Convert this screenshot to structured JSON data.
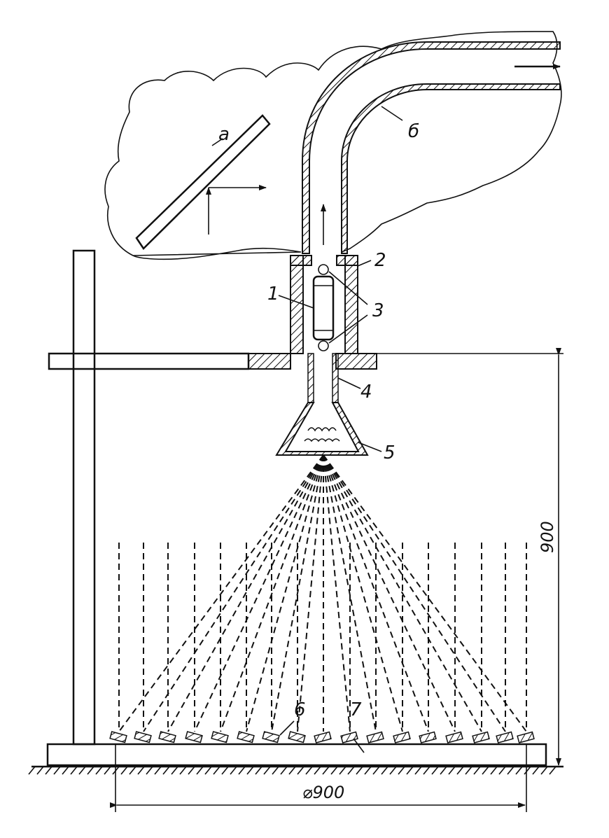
{
  "labels": {
    "a": "а",
    "b": "б",
    "n1": "1",
    "n2": "2",
    "n3": "3",
    "n4": "4",
    "n5": "5",
    "n6": "6",
    "n7": "7"
  },
  "dimensions": {
    "height": "900",
    "diameter": "⌀900"
  }
}
